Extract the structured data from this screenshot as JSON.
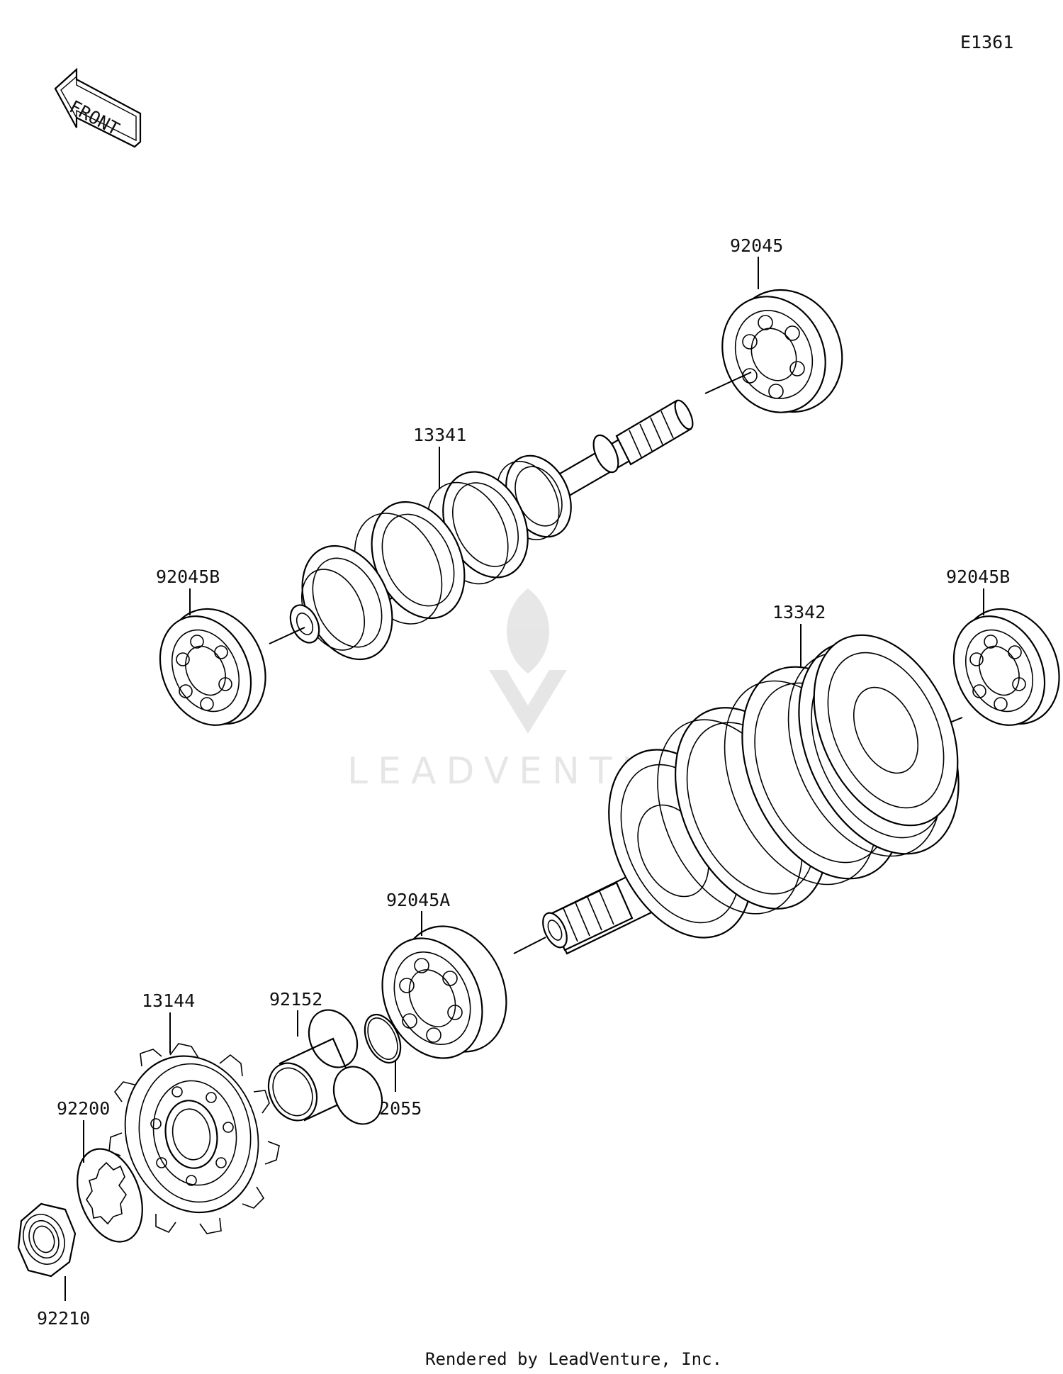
{
  "diagram_code": "E1361",
  "front_arrow_text": "FRONT",
  "watermark": "LEADVENTURE",
  "footer": "Rendered by LeadVenture, Inc.",
  "part_labels": {
    "p92045": "92045",
    "p13341": "13341",
    "p92045B_left": "92045B",
    "p92045B_right": "92045B",
    "p13342": "13342",
    "p92045A": "92045A",
    "p92152": "92152",
    "p13144": "13144",
    "p92055": "92055",
    "p92200": "92200",
    "p92210": "92210"
  }
}
